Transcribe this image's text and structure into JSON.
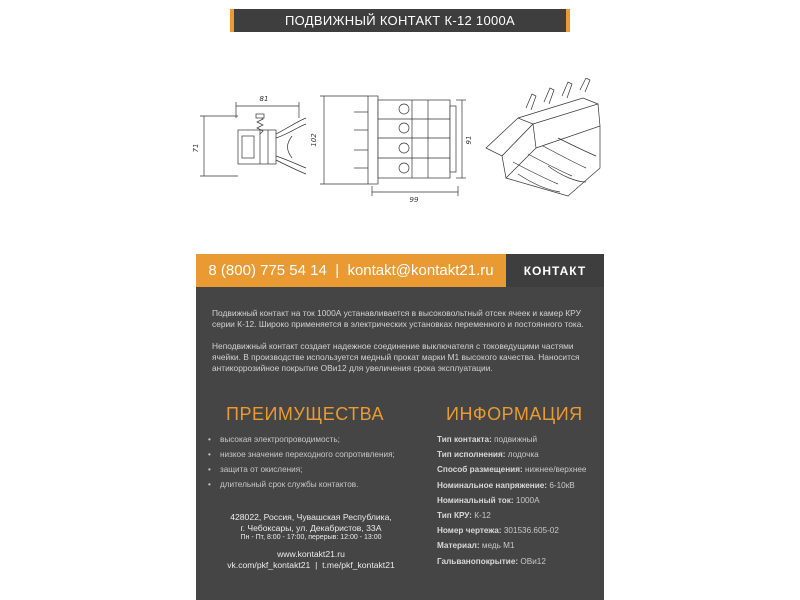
{
  "title": "ПОДВИЖНЫЙ КОНТАКТ К-12 1000А",
  "dimensions": {
    "side_width": "81",
    "side_height": "71",
    "front_height": "102",
    "front_width": "99",
    "front_right_height": "91"
  },
  "contact": {
    "phone": "8 (800) 775 54 14",
    "separator": "|",
    "email": "kontakt@kontakt21.ru",
    "logo": "КОНТАКТ"
  },
  "description": [
    "Подвижный контакт на ток 1000А устанавливается в высоковольтный отсек ячеек и камер КРУ серии К-12. Широко применяется в электрических установках переменного и постоянного тока.",
    "Неподвижный контакт создает надежное соединение выключателя с токоведущими частями ячейки. В производстве используется медный прокат марки М1 высокого качества. Наносится антикоррозийное покрытие ОВи12 для увеличения срока эксплуатации."
  ],
  "advantages": {
    "title": "ПРЕИМУЩЕСТВА",
    "items": [
      "высокая электропроводимость;",
      "низкое значение переходного сопротивления;",
      "защита от окисления;",
      "длительный срок службы контактов."
    ]
  },
  "info": {
    "title": "ИНФОРМАЦИЯ",
    "rows": [
      {
        "label": "Тип контакта:",
        "value": "подвижный"
      },
      {
        "label": "Тип исполнения:",
        "value": "лодочка"
      },
      {
        "label": "Способ размещения:",
        "value": "нижнее/верхнее"
      },
      {
        "label": "Номинальное напряжение:",
        "value": "6-10кВ"
      },
      {
        "label": "Номинальный ток:",
        "value": "1000А"
      },
      {
        "label": "Тип КРУ:",
        "value": "К-12"
      },
      {
        "label": "Номер чертежа:",
        "value": "301536.605-02"
      },
      {
        "label": "Материал:",
        "value": "медь М1"
      },
      {
        "label": "Гальванопокрытие:",
        "value": "ОВи12"
      }
    ]
  },
  "address": {
    "line1": "428022, Россия, Чувашская Республика,",
    "line2": "г. Чебоксары, ул. Декабристов, 33А",
    "hours": "Пн - Пт, 8:00 - 17:00, перерыв: 12:00 - 13:00"
  },
  "links": {
    "site": "www.kontakt21.ru",
    "vk": "vk.com/pkf_kontakt21",
    "sep": "|",
    "tg": "t.me/pkf_kontakt21"
  },
  "colors": {
    "accent": "#e99a33",
    "dark": "#454545",
    "bar": "#3e3e3e"
  }
}
